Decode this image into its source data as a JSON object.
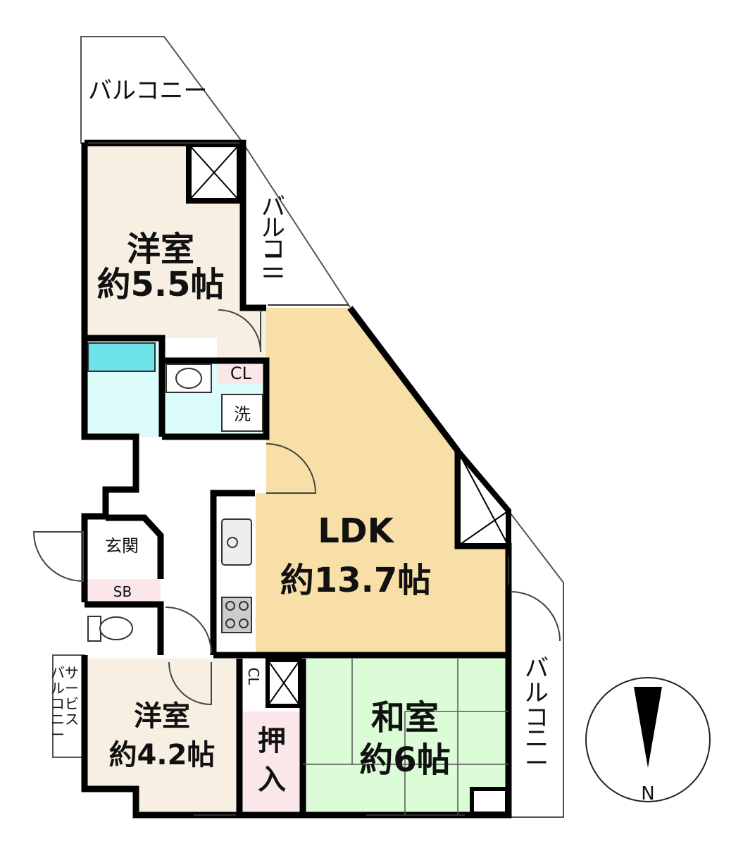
{
  "colors": {
    "wall": "#000000",
    "western_room": "#f6efe2",
    "ldk": "#f7dfa7",
    "japanese_room": "#dcfcd8",
    "wet_area": "#dcfbfb",
    "bathtub": "#6fe3ea",
    "closet_pink": "#fbe7ea",
    "entrance": "#ffffff"
  },
  "rooms": {
    "western_1": {
      "name": "洋室",
      "size": "約5.5帖"
    },
    "ldk": {
      "name": "LDK",
      "size": "約13.7帖"
    },
    "western_2": {
      "name": "洋室",
      "size": "約4.2帖"
    },
    "japanese": {
      "name": "和室",
      "size": "約6帖"
    }
  },
  "labels": {
    "closet_1": "CL",
    "washer": "洗",
    "entrance": "玄関",
    "shoe_box": "SB",
    "closet_2": "CL",
    "oshiire_1": "押",
    "oshiire_2": "入"
  },
  "balconies": {
    "top": "バルコニー",
    "side_1": [
      "バ",
      "ル",
      "コ",
      "ニ",
      "ー"
    ],
    "side_2": [
      "バ",
      "ル",
      "コ",
      "ニ",
      "ー"
    ],
    "service_a": [
      "サ",
      "ー",
      "ビ",
      "ス"
    ],
    "service_b": [
      "バ",
      "ル",
      "コ",
      "ニ",
      "ー"
    ]
  },
  "compass": {
    "label": "N"
  }
}
